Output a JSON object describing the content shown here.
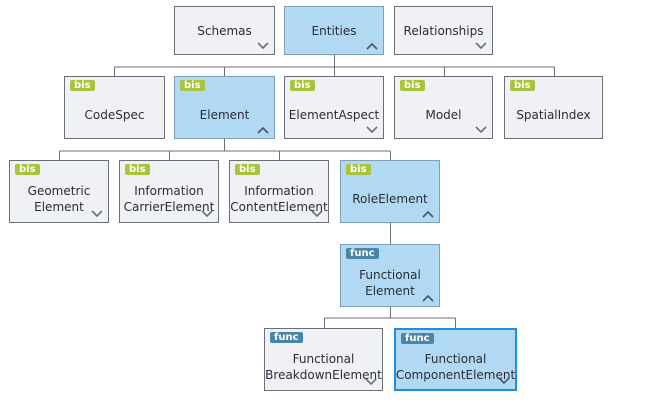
{
  "nodes": {
    "schemas": {
      "label": "Schemas",
      "chevron": "down"
    },
    "entities": {
      "label": "Entities",
      "chevron": "up"
    },
    "relationships": {
      "label": "Relationships",
      "chevron": "down"
    },
    "codespec": {
      "tag": "bis",
      "label": "CodeSpec"
    },
    "element": {
      "tag": "bis",
      "label": "Element",
      "chevron": "up"
    },
    "elementaspect": {
      "tag": "bis",
      "label": "ElementAspect",
      "chevron": "down"
    },
    "model": {
      "tag": "bis",
      "label": "Model",
      "chevron": "down"
    },
    "spatialindex": {
      "tag": "bis",
      "label": "SpatialIndex"
    },
    "geometric": {
      "tag": "bis",
      "label": "Geometric\nElement",
      "chevron": "down"
    },
    "infocarrier": {
      "tag": "bis",
      "label": "Information\nCarrierElement",
      "chevron": "down"
    },
    "infocontent": {
      "tag": "bis",
      "label": "Information\nContentElement",
      "chevron": "down"
    },
    "role": {
      "tag": "bis",
      "label": "RoleElement",
      "chevron": "up"
    },
    "functional": {
      "tag": "func",
      "label": "Functional\nElement",
      "chevron": "up"
    },
    "breakdown": {
      "tag": "func",
      "label": "Functional\nBreakdownElement",
      "chevron": "down"
    },
    "component": {
      "tag": "func",
      "label": "Functional\nComponentElement",
      "chevron": "down"
    }
  },
  "colors": {
    "node_fill": "#f0f1f5",
    "node_border": "#6b6f78",
    "active_fill": "#b1d9f4",
    "selected_border": "#1e8fde",
    "bis_tag": "#a9c33c",
    "func_tag": "#4a86a8"
  }
}
